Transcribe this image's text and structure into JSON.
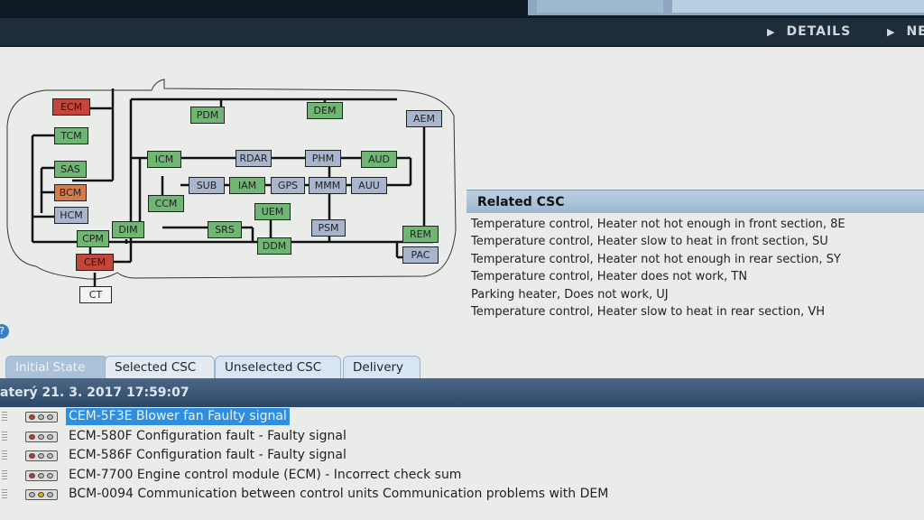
{
  "nav": {
    "details": "DETAILS",
    "next": "NE"
  },
  "modules": {
    "ecm": "ECM",
    "tcm": "TCM",
    "sas": "SAS",
    "bcm": "BCM",
    "hcm": "HCM",
    "cpm": "CPM",
    "cem": "CEM",
    "ct": "CT",
    "pdm": "PDM",
    "dem": "DEM",
    "aem": "AEM",
    "icm": "ICM",
    "rdar": "RDAR",
    "phm": "PHM",
    "aud": "AUD",
    "sub": "SUB",
    "iam": "IAM",
    "gps": "GPS",
    "mmm": "MMM",
    "auu": "AUU",
    "ccm": "CCM",
    "dim": "DIM",
    "srs": "SRS",
    "uem": "UEM",
    "ddm": "DDM",
    "psm": "PSM",
    "rem": "REM",
    "pac": "PAC"
  },
  "colors": {
    "fault": "#c2463a",
    "ok": "#6fb574",
    "not_configured": "#a7b6cc",
    "warning": "#d77a45",
    "selected": "#2f8ee0"
  },
  "related": {
    "title": "Related CSC",
    "items": [
      "Temperature control, Heater not hot enough in front section, 8E",
      "Temperature control, Heater slow to heat in front section, SU",
      "Temperature control, Heater not hot enough in rear section, SY",
      "Temperature control, Heater does not work, TN",
      "Parking heater, Does not work, UJ",
      "Temperature control, Heater slow to heat in rear section, VH"
    ]
  },
  "tabs": {
    "initial_state": "Initial State",
    "selected_csc": "Selected CSC",
    "unselected_csc": "Unselected CSC",
    "delivery": "Delivery"
  },
  "timestamp": "aterý 21. 3. 2017 17:59:07",
  "faults": [
    {
      "text": "CEM-5F3E Blower fan Faulty signal",
      "selected": true
    },
    {
      "text": "ECM-580F Configuration fault - Faulty signal",
      "selected": false
    },
    {
      "text": "ECM-586F Configuration fault - Faulty signal",
      "selected": false
    },
    {
      "text": "ECM-7700 Engine control module (ECM) - Incorrect check sum",
      "selected": false
    },
    {
      "text": "BCM-0094 Communication between control units Communication problems with DEM",
      "selected": false
    }
  ]
}
